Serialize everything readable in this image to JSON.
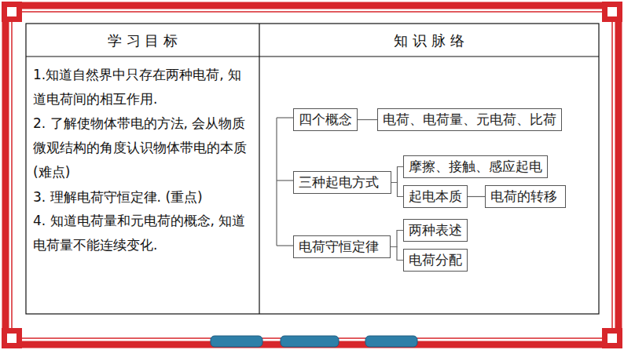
{
  "diagram": {
    "nodes": [
      {
        "text": [
          "四个概念"
        ]
      },
      {
        "text": [
          "电荷、电荷量、元电荷、比荷"
        ]
      },
      {
        "text": [
          "三种起电方式"
        ]
      },
      {
        "text": [
          "摩擦、接触、感应起电"
        ]
      },
      {
        "text": [
          "起电本质"
        ]
      },
      {
        "text": [
          "电荷的转移"
        ]
      },
      {
        "text": [
          "电荷守恒定律"
        ]
      },
      {
        "text": [
          "两种表述"
        ]
      },
      {
        "text": [
          "电荷分配"
        ]
      }
    ],
    "edges": [
      {
        "from": 0,
        "to": 1,
        "arrow": "none"
      },
      {
        "from": 2,
        "to": 3,
        "arrow": "none"
      },
      {
        "from": 2,
        "to": 4,
        "arrow": "none"
      },
      {
        "from": 4,
        "to": 5,
        "arrow": "none"
      },
      {
        "from": 6,
        "to": 7,
        "arrow": "none"
      },
      {
        "from": 6,
        "to": 8,
        "arrow": "none"
      }
    ],
    "labels": [
      "学 习 目 标",
      "知 识 脉 络",
      "1.知道自然界中只存在两种电荷, 知道电荷间的相互作用.",
      "2. 了解使物体带电的方法, 会从物质微观结构的角度认识物体带电的本质 (难点)",
      "3. 理解电荷守恒定律. (重点)",
      "4. 知道电荷量和元电荷的概念, 知道电荷量不能连续变化."
    ]
  }
}
